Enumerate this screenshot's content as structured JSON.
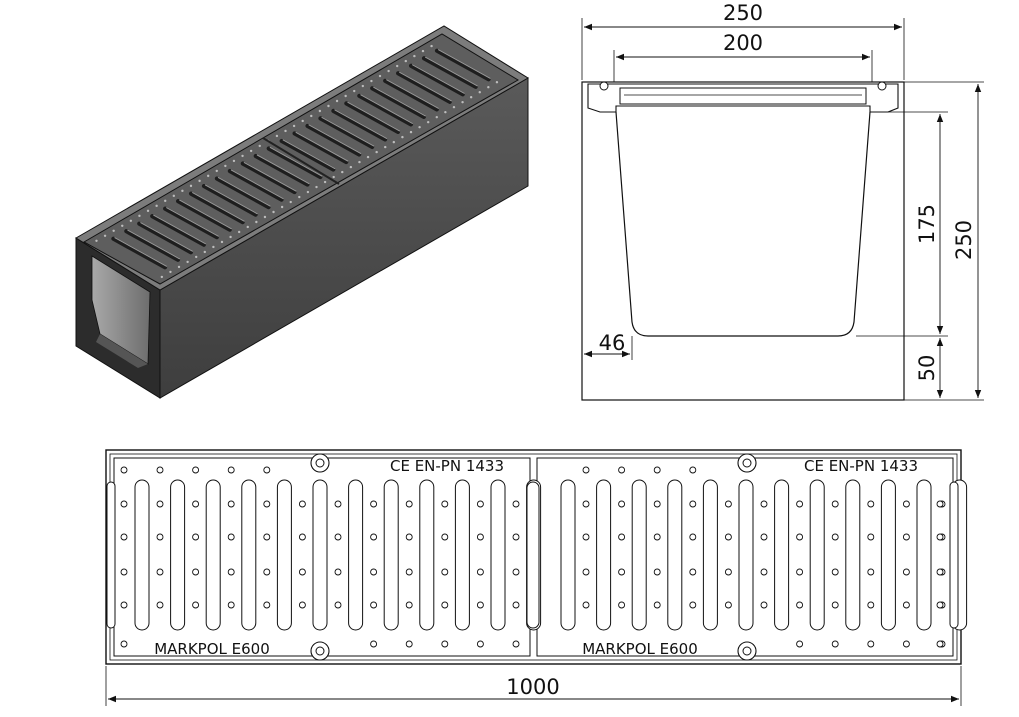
{
  "cross_section": {
    "top_width_outer": "250",
    "top_width_inner": "200",
    "body_height": "175",
    "total_height": "250",
    "base_height": "50",
    "wall_offset": "46"
  },
  "plan_view": {
    "length": "1000",
    "grate_markings": [
      {
        "top": "CE EN-PN 1433",
        "bottom": "MARKPOL E600"
      },
      {
        "top": "CE EN-PN 1433",
        "bottom": "MARKPOL E600"
      }
    ]
  },
  "colors": {
    "line": "#111111",
    "iron_dark": "#3a3a3a",
    "iron_mid": "#6a6a6a",
    "iron_light": "#8e8e8e",
    "concrete_top": "#7c7c7c",
    "concrete_side": "#4a4a4a",
    "concrete_front": "#2c2c2c"
  }
}
